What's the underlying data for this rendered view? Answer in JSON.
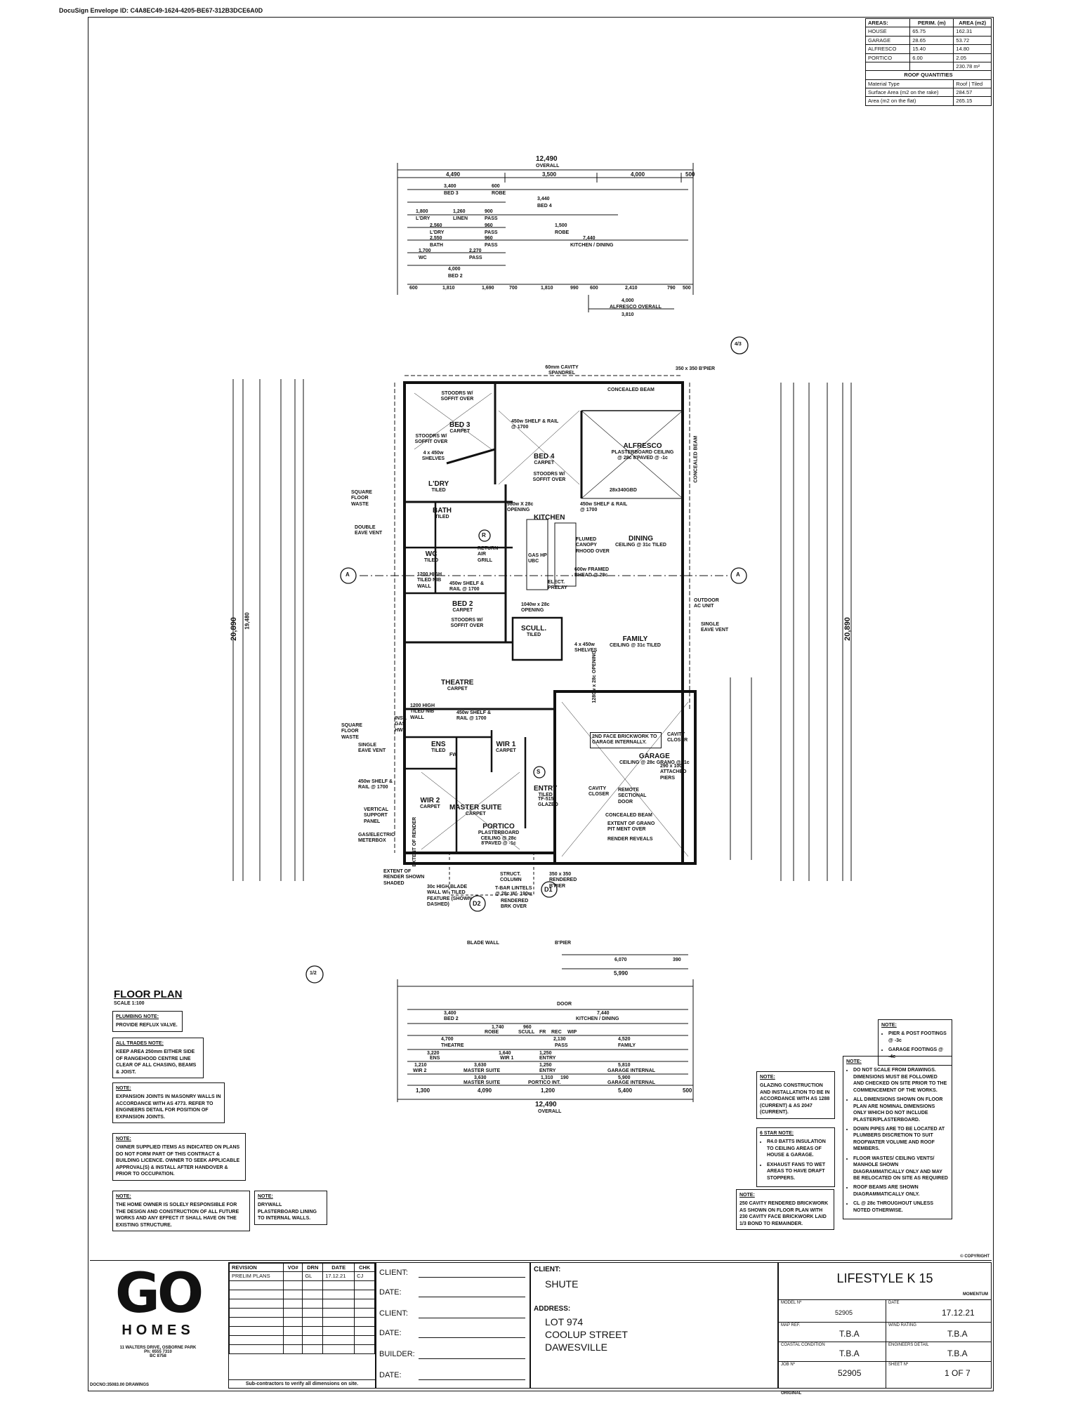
{
  "docusign": "DocuSign Envelope ID: C4A8EC49-1624-4205-BE67-312B3DCE6A0D",
  "areas": {
    "heading": "AREAS:",
    "col_perim": "PERIM. (m)",
    "col_area": "AREA (m2)",
    "rows": [
      {
        "name": "HOUSE",
        "perim": "65.75",
        "area": "162.31"
      },
      {
        "name": "GARAGE",
        "perim": "28.65",
        "area": "53.72"
      },
      {
        "name": "ALFRESCO",
        "perim": "15.40",
        "area": "14.80"
      },
      {
        "name": "PORTICO",
        "perim": "6.00",
        "area": "2.05"
      }
    ],
    "total": "230.78 m²",
    "roof_heading": "ROOF QUANTITIES",
    "roof_rows": [
      {
        "label": "Material Type",
        "value": "Roof | Tiled"
      },
      {
        "label": "Surface Area (m2 on the rake)",
        "value": "284.57"
      },
      {
        "label": "Area (m2 on the flat)",
        "value": "265.15"
      }
    ]
  },
  "plan": {
    "overall_top": "12,490",
    "overall_word": "OVERALL",
    "top_segments": [
      "4,490",
      "3,500",
      "4,000",
      "500"
    ],
    "top_rows": [
      [
        "3,400",
        "600",
        "BED 3",
        "ROBE",
        "3,440",
        "BED 4"
      ],
      [
        "1,800",
        "1,260",
        "900",
        "L'DRY",
        "LINEN",
        "PASS"
      ],
      [
        "2,560",
        "960",
        "1,500",
        "L'DRY",
        "PASS",
        "ROBE"
      ],
      [
        "2,550",
        "960",
        "7,440",
        "BATH",
        "PASS",
        "KITCHEN / DINING"
      ],
      [
        "1,700",
        "2,270",
        "WC",
        "PASS"
      ],
      [
        "4,000",
        "BED 2"
      ]
    ],
    "top_bottom_row": [
      "600",
      "1,810",
      "1,690",
      "700",
      "1,810",
      "990",
      "600",
      "2,410",
      "790",
      "500"
    ],
    "alfresco_dims": [
      "4,000",
      "ALFRESCO OVERALL",
      "3,810"
    ],
    "overall_bottom": "12,490",
    "bottom_segments": [
      "1,300",
      "4,090",
      "1,200",
      "5,400",
      "500"
    ],
    "bottom_rows": [
      [
        "3,400",
        "7,440",
        "BED 2",
        "KITCHEN / DINING"
      ],
      [
        "1,740",
        "960",
        "ROBE",
        "SCULL",
        "FR",
        "REC",
        "WIP"
      ],
      [
        "4,700",
        "2,130",
        "4,520",
        "THEATRE",
        "PASS",
        "FAMILY"
      ],
      [
        "3,220",
        "1,640",
        "1,250",
        "ENS",
        "WIR 1",
        "ENTRY"
      ],
      [
        "1,210",
        "3,630",
        "1,250",
        "5,810",
        "WIR 2",
        "MASTER SUITE",
        "ENTRY",
        "GARAGE INTERNAL"
      ],
      [
        "3,630",
        "1,310",
        "190",
        "5,900",
        "MASTER SUITE",
        "PORTICO INT.",
        "GARAGE INTERNAL"
      ]
    ],
    "left_overall": "20,890",
    "left_overall2": "19,480",
    "right_overall": "20,890",
    "garage_overall": "5,990",
    "garage_dims": [
      "6,070",
      "390"
    ],
    "door_dim": "DOOR",
    "marker_a": "A",
    "marker_a_right": "A",
    "marker_4_3": "4/3",
    "marker_1_2": "1/2",
    "marker_d1": "D1",
    "marker_d2": "D2",
    "marker_s": "S",
    "marker_r": "R",
    "rooms": [
      {
        "name": "BED 3",
        "sub": "CARPET"
      },
      {
        "name": "BED 4",
        "sub": "CARPET"
      },
      {
        "name": "ALFRESCO",
        "sub": "PLASTERBOARD CEILING @ 28c 8'PAVED @ -1c"
      },
      {
        "name": "L'DRY",
        "sub": "TILED"
      },
      {
        "name": "BATH",
        "sub": "TILED"
      },
      {
        "name": "WC",
        "sub": "TILED"
      },
      {
        "name": "KITCHEN",
        "sub": ""
      },
      {
        "name": "DINING",
        "sub": "CEILING @ 31c TILED"
      },
      {
        "name": "BED 2",
        "sub": "CARPET"
      },
      {
        "name": "SCULL.",
        "sub": "TILED"
      },
      {
        "name": "FAMILY",
        "sub": "CEILING @ 31c TILED"
      },
      {
        "name": "THEATRE",
        "sub": "CARPET"
      },
      {
        "name": "ENS",
        "sub": "TILED"
      },
      {
        "name": "WIR 1",
        "sub": "CARPET"
      },
      {
        "name": "WIR 2",
        "sub": "CARPET"
      },
      {
        "name": "GARAGE",
        "sub": "CEILING @ 28c GRANO @ -1c"
      },
      {
        "name": "ENTRY",
        "sub": "TILED"
      },
      {
        "name": "MASTER SUITE",
        "sub": "CARPET"
      },
      {
        "name": "PORTICO",
        "sub": "PLASTERBOARD CEILING @ 28c 8'PAVED @ -1c"
      }
    ],
    "annotations": {
      "cavity_spandrel": "60mm CAVITY SPANDREL",
      "pier_top": "350 x 350 B'PIER",
      "concealed_beam": "CONCEALED BEAM",
      "concealed_beam_v": "CONCEALED BEAM",
      "stoodrs_bed3": "STOODRS W/ SOFFIT OVER",
      "stoodrs_bed3b": "STOODRS W/ SOFFIT OVER",
      "shelf_bed3": "4 x 450w SHELVES",
      "shelf_rail_bed4": "450w SHELF & RAIL @ 1700",
      "stoodrs_bed4": "STOODRS W/ SOFFIT OVER",
      "beam_alfresco": "28x340GBD",
      "square_floor_waste": "SQUARE FLOOR WASTE",
      "double_eave_vent": "DOUBLE EAVE VENT",
      "opening_kitchen": "980w X 28c OPENING",
      "shelf_rail_kitchen": "450w SHELF & RAIL @ 1700",
      "flumed_canopy": "FLUMED CANOPY RHOOD OVER",
      "gas_hp": "GAS HP UBC",
      "framed_bhead": "600w FRAMED BHEAD @ 28c",
      "return_air": "RETURN AIR GRILL",
      "elect_prelay": "ELECT. PRELAY",
      "tiled_nib": "1200 HIGH TILED NIB WALL",
      "shelf_rail_bed2": "450w SHELF & RAIL @ 1700",
      "stoodrs_bed2": "STOODRS W/ SOFFIT OVER",
      "opening_family": "1040w x 28c OPENING",
      "shelves_scull": "4 x 450w SHELVES",
      "opening_scull": "1280w x 28c OPENING",
      "outdoor_ac": "OUTDOOR AC UNIT",
      "single_eave_vent": "SINGLE EAVE VENT",
      "tiled_nib_theatre": "1200 HIGH TILED NIB WALL",
      "shelf_rail_theatre": "450w SHELF & RAIL @ 1700",
      "inst_gas": "INST. GAS HWS",
      "square_floor_waste2": "SQUARE FLOOR WASTE",
      "single_eave_vent2": "SINGLE EAVE VENT",
      "shelf_rail_wir2": "450w SHELF & RAIL @ 1700",
      "vertical_support": "VERTICAL SUPPORT PANEL",
      "gas_meterbox": "GAS/ELECTRIC METERBOX",
      "face_brickwork": "2ND FACE BRICKWORK TO GARAGE INTERNALLY.",
      "cavity_closer": "CAVITY CLOSER",
      "attached_piers": "290 x 100 ATTACHED PIERS",
      "remote_door": "REMOTE SECTIONAL DOOR",
      "cavity_closer2": "CAVITY CLOSER",
      "concealed_beam_garage": "CONCEALED BEAM",
      "extent_grano": "EXTENT OF GRANO PIT MENT OVER",
      "render_reveals": "RENDER REVEALS",
      "extent_render": "EXTENT OF RENDER SHOWN SHADED",
      "blade_wall": "30c HIGH BLADE WALL W/- TILED FEATURE (SHOWN DASHED)",
      "struct_column": "STRUCT. COLUMN",
      "tbar_lintels": "T-BAR LINTELS @ 28c W/- 190w",
      "rendered_brk": "RENDERED BRK OVER",
      "pier_rendered": "350 x 350 RENDERED B'PIER",
      "blade_wall_label": "BLADE WALL",
      "b_pier": "B'PIER",
      "tf_glazed": "TF-515 GLAZED",
      "fw": "FW",
      "extent_render_side": "EXTENT OF RENDER"
    }
  },
  "floor_plan_title": "FLOOR PLAN",
  "scale": "SCALE 1:100",
  "notes_left": [
    {
      "title": "PLUMBING NOTE:",
      "body": "PROVIDE REFLUX VALVE."
    },
    {
      "title": "ALL TRADES NOTE:",
      "body": "KEEP AREA 250mm EITHER SIDE OF RANGEHOOD CENTRE LINE CLEAR OF ALL CHASING, BEAMS & JOIST."
    },
    {
      "title": "NOTE:",
      "body": "EXPANSION JOINTS IN MASONRY WALLS IN ACCORDANCE WITH AS 4773. REFER TO ENGINEERS DETAIL FOR POSITION OF EXPANSION JOINTS."
    },
    {
      "title": "NOTE:",
      "body": "OWNER SUPPLIED ITEMS AS INDICATED ON PLANS DO NOT FORM PART OF THIS CONTRACT & BUILDING LICENCE. OWNER TO SEEK APPLICABLE APPROVAL(S) & INSTALL AFTER HANDOVER & PRIOR TO OCCUPATION."
    },
    {
      "title": "NOTE:",
      "body": "THE HOME OWNER IS SOLELY RESPONSIBLE FOR THE DESIGN AND CONSTRUCTION OF ALL FUTURE WORKS AND ANY EFFECT IT SHALL HAVE ON THE EXISTING STRUCTURE."
    }
  ],
  "note_drywall": {
    "title": "NOTE:",
    "body": "DRYWALL PLASTERBOARD LINING TO INTERNAL WALLS."
  },
  "note_glazing": {
    "title": "NOTE:",
    "body": "GLAZING CONSTRUCTION AND INSTALLATION TO BE IN ACCORDANCE WITH AS 1288 (CURRENT) & AS 2047 (CURRENT)."
  },
  "note_6star": {
    "title": "6 STAR NOTE:",
    "items": [
      "R4.0 BATTS INSULATION TO CEILING AREAS OF HOUSE & GARAGE.",
      "EXHAUST FANS TO WET AREAS TO HAVE DRAFT STOPPERS."
    ]
  },
  "note_cavity": {
    "title": "NOTE:",
    "body": "250 CAVITY RENDERED BRICKWORK AS SHOWN ON FLOOR PLAN WITH 230 CAVITY FACE BRICKWORK LAID 1/3 BOND TO REMAINDER."
  },
  "note_footings": {
    "title": "NOTE:",
    "items": [
      "PIER & POST FOOTINGS @ -3c",
      "GARAGE FOOTINGS @ -4c"
    ]
  },
  "note_general": {
    "title": "NOTE:",
    "items": [
      "DO NOT SCALE FROM DRAWINGS. DIMENSIONS MUST BE FOLLOWED AND CHECKED ON SITE PRIOR TO THE COMMENCEMENT OF THE WORKS.",
      "ALL DIMENSIONS SHOWN ON FLOOR PLAN ARE NOMINAL DIMENSIONS ONLY WHICH DO NOT INCLUDE PLASTER/PLASTERBOARD.",
      "DOWN PIPES ARE TO BE LOCATED AT PLUMBERS DISCRETION TO SUIT ROOFWATER VOLUME AND ROOF MEMBERS.",
      "FLOOR WASTES/ CEILING VENTS/ MANHOLE SHOWN DIAGRAMMATICALLY ONLY AND MAY BE RELOCATED ON SITE AS REQUIRED",
      "ROOF BEAMS ARE SHOWN DIAGRAMMATICALLY ONLY.",
      "CL @ 28c THROUGHOUT UNLESS NOTED OTHERWISE."
    ]
  },
  "logo": {
    "mark": "GO",
    "word": "HOMES",
    "address": "11 WALTERS DRIVE, OSBORNE PARK",
    "phone": "Ph: 6555 7310",
    "bc": "BC 8758",
    "ref": "DOCNO:35083.00 DRAWINGS"
  },
  "revision": {
    "headers": [
      "REVISION",
      "VO#",
      "DRN",
      "DATE",
      "CHK"
    ],
    "rows": [
      [
        "PRELIM PLANS",
        "",
        "GL",
        "17.12.21",
        "CJ"
      ]
    ],
    "footer": "Sub-contractors to verify all dimensions on site."
  },
  "sign": {
    "client1": "CLIENT:",
    "date1": "DATE:",
    "client2": "CLIENT:",
    "date2": "DATE:",
    "builder": "BUILDER:",
    "date3": "DATE:"
  },
  "client": {
    "label": "CLIENT:",
    "name": "SHUTE",
    "addr_label": "ADDRESS:",
    "lines": [
      "LOT 974",
      "COOLUP STREET",
      "DAWESVILLE"
    ]
  },
  "title_block": {
    "copyright": "© COPYRIGHT",
    "design": "LIFESTYLE K 15",
    "range": "MOMENTUM",
    "model_lbl": "MODEL Nº",
    "model": "52905",
    "date_lbl": "DATE",
    "date": "17.12.21",
    "map_lbl": "MAP REF.",
    "map": "T.B.A",
    "wind_lbl": "WIND RATING",
    "wind": "T.B.A",
    "cond_lbl": "COASTAL CONDITION",
    "cond": "T.B.A",
    "eng_lbl": "ENGINEERS DETAIL",
    "eng": "T.B.A",
    "job_lbl": "JOB Nº",
    "job": "52905",
    "sheet_lbl": "SHEET Nº",
    "sheet": "1 OF 7",
    "original": "ORIGINAL"
  }
}
